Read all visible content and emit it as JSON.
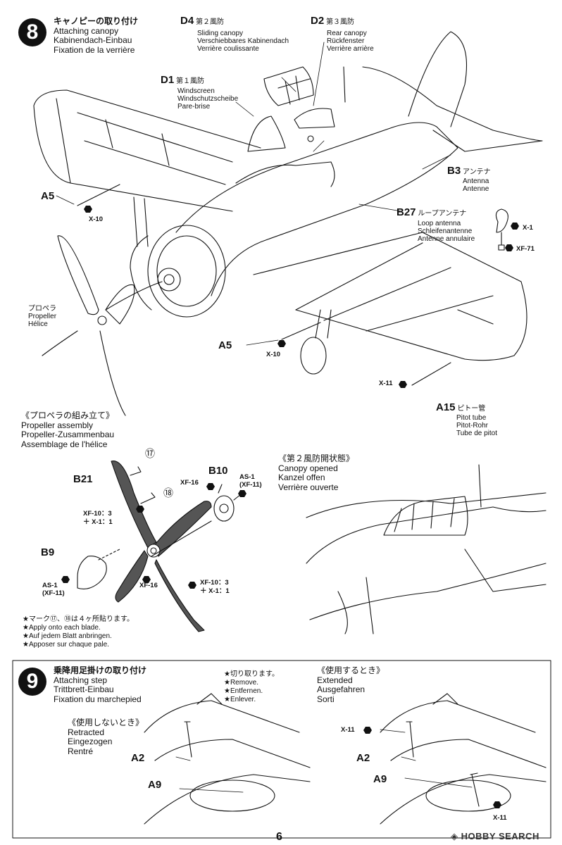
{
  "step8": {
    "number": "8",
    "title_jp": "キャノピーの取り付け",
    "title_en": "Attaching canopy",
    "title_de": "Kabinendach-Einbau",
    "title_fr": "Fixation de la verrière",
    "parts": {
      "D4": {
        "code": "D4",
        "jp": "第２風防",
        "en": "Sliding canopy",
        "de": "Verschiebbares Kabinendach",
        "fr": "Verrière coulissante"
      },
      "D2": {
        "code": "D2",
        "jp": "第３風防",
        "en": "Rear canopy",
        "de": "Rückfenster",
        "fr": "Verrière arrière"
      },
      "D1": {
        "code": "D1",
        "jp": "第１風防",
        "en": "Windscreen",
        "de": "Windschutzscheibe",
        "fr": "Pare-brise"
      },
      "B3": {
        "code": "B3",
        "jp": "アンテナ",
        "en": "Antenna",
        "de": "Antenne"
      },
      "B27": {
        "code": "B27",
        "jp": "ループアンテナ",
        "en": "Loop antenna",
        "de": "Schleifenantenne",
        "fr": "Antenne annulaire"
      },
      "A5_top": {
        "code": "A5",
        "paint": "X-10"
      },
      "A5_bottom": {
        "code": "A5",
        "paint": "X-10"
      },
      "A15": {
        "code": "A15",
        "jp": "ピトー管",
        "en": "Pitot tube",
        "de": "Pitot-Rohr",
        "fr": "Tube de pitot",
        "paint": "X-11"
      },
      "propeller": {
        "jp": "プロペラ",
        "en": "Propeller",
        "fr": "Hélice"
      }
    },
    "loop_paints": [
      "X-1",
      "XF-71"
    ]
  },
  "propeller_assembly": {
    "header_jp": "《プロペラの組み立て》",
    "header_en": "Propeller assembly",
    "header_de": "Propeller-Zusammenbau",
    "header_fr": "Assemblage de l'hélice",
    "B21": "B21",
    "B10": "B10",
    "B9": "B9",
    "decal17": "⑰",
    "decal18": "⑱",
    "paints": {
      "xf16_a": "XF-16",
      "as1_a": "AS-1",
      "as1_a_alt": "(XF-11)",
      "mix_a_1": "XF-10：3",
      "mix_a_2": "＋ X-1：1",
      "as1_b": "AS-1",
      "as1_b_alt": "(XF-11)",
      "xf16_b": "XF-16",
      "mix_b_1": "XF-10：3",
      "mix_b_2": "＋ X-1：1"
    },
    "notes": [
      "★マーク⑰、⑱は４ヶ所貼ります。",
      "★Apply onto each blade.",
      "★Auf jedem Blatt anbringen.",
      "★Apposer sur chaque pale."
    ]
  },
  "canopy_opened": {
    "header_jp": "《第２風防開状態》",
    "header_en": "Canopy opened",
    "header_de": "Kanzel offen",
    "header_fr": "Verrière ouverte"
  },
  "step9": {
    "number": "9",
    "title_jp": "乗降用足掛けの取り付け",
    "title_en": "Attaching step",
    "title_de": "Trittbrett-Einbau",
    "title_fr": "Fixation du marchepied",
    "remove": [
      "★切り取ります。",
      "★Remove.",
      "★Entfernen.",
      "★Enlever."
    ],
    "retracted": {
      "jp": "《使用しないとき》",
      "en": "Retracted",
      "de": "Eingezogen",
      "fr": "Rentré"
    },
    "extended": {
      "jp": "《使用するとき》",
      "en": "Extended",
      "de": "Ausgefahren",
      "fr": "Sorti"
    },
    "A2": "A2",
    "A9": "A9",
    "x11": "X-11"
  },
  "page_number": "6",
  "watermark": "HOBBY SEARCH"
}
